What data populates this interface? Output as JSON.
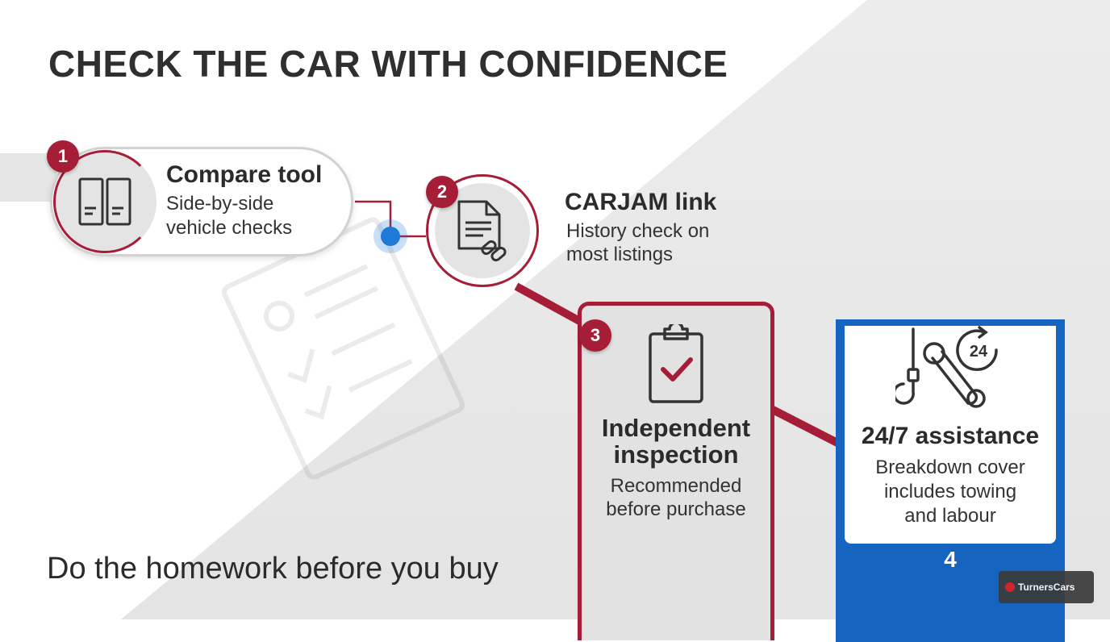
{
  "title": "CHECK THE CAR WITH CONFIDENCE",
  "tagline": "Do the homework before you buy",
  "colors": {
    "accent_red": "#a51d36",
    "accent_blue": "#1565c0",
    "node_blue": "#1e7ad6"
  },
  "steps": [
    {
      "number": "1",
      "title": "Compare tool",
      "line1": "Side-by-side",
      "line2": "vehicle checks",
      "icon": "compare-panels-icon"
    },
    {
      "number": "2",
      "title": "CARJAM link",
      "line1": "History check on",
      "line2": "most listings",
      "icon": "document-link-icon"
    },
    {
      "number": "3",
      "title1": "Independent",
      "title2": "inspection",
      "line1": "Recommended",
      "line2": "before purchase",
      "icon": "clipboard-check-icon"
    },
    {
      "number": "4",
      "title": "24/7 assistance",
      "line1": "Breakdown cover",
      "line2": "includes towing",
      "line3": "and labour",
      "icon": "tow-hook-wrench-24-icon"
    }
  ],
  "logo": {
    "text": "TurnersCars"
  }
}
